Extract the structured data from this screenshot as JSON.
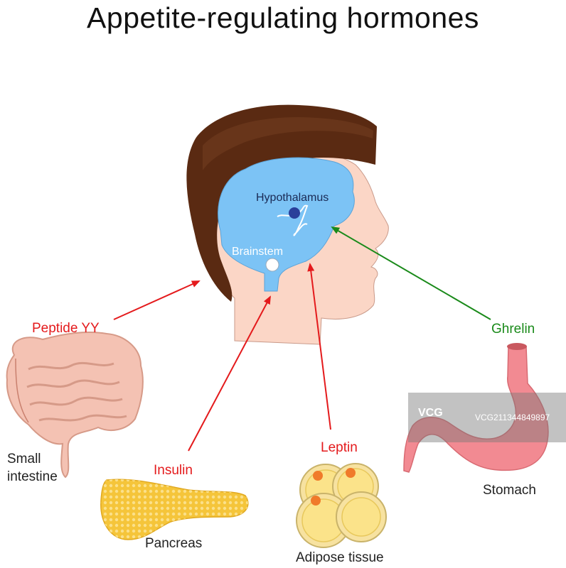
{
  "title": "Appetite-regulating hormones",
  "brain_labels": {
    "hypothalamus": "Hypothalamus",
    "brainstem": "Brainstem"
  },
  "hormones": {
    "peptide_yy": "Peptide YY",
    "insulin": "Insulin",
    "leptin": "Leptin",
    "ghrelin": "Ghrelin"
  },
  "organs": {
    "small_intestine_line1": "Small",
    "small_intestine_line2": "intestine",
    "pancreas": "Pancreas",
    "adipose": "Adipose tissue",
    "stomach": "Stomach"
  },
  "watermark": {
    "logo": "VCG",
    "id": "VCG211344849897"
  },
  "colors": {
    "hair": "#5a2a12",
    "skin": "#fbd6c6",
    "brain": "#7cc3f5",
    "arrow_red": "#e41a1c",
    "arrow_green": "#1a8a1a",
    "intestine": "#f4c2b3",
    "pancreas": "#f5c53a",
    "stomach": "#f28a92",
    "fat_cell": "#fbe38a",
    "nucleus": "#f07a2a"
  }
}
